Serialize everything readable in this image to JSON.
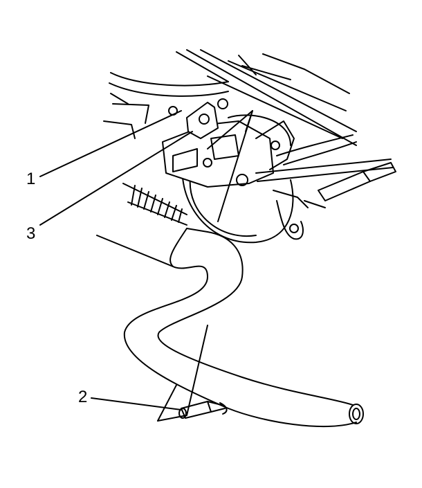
{
  "figure": {
    "callouts": [
      {
        "label": "1"
      },
      {
        "label": "2"
      },
      {
        "label": "3"
      }
    ],
    "colors": {
      "line": "#000000",
      "background": "#ffffff"
    }
  }
}
